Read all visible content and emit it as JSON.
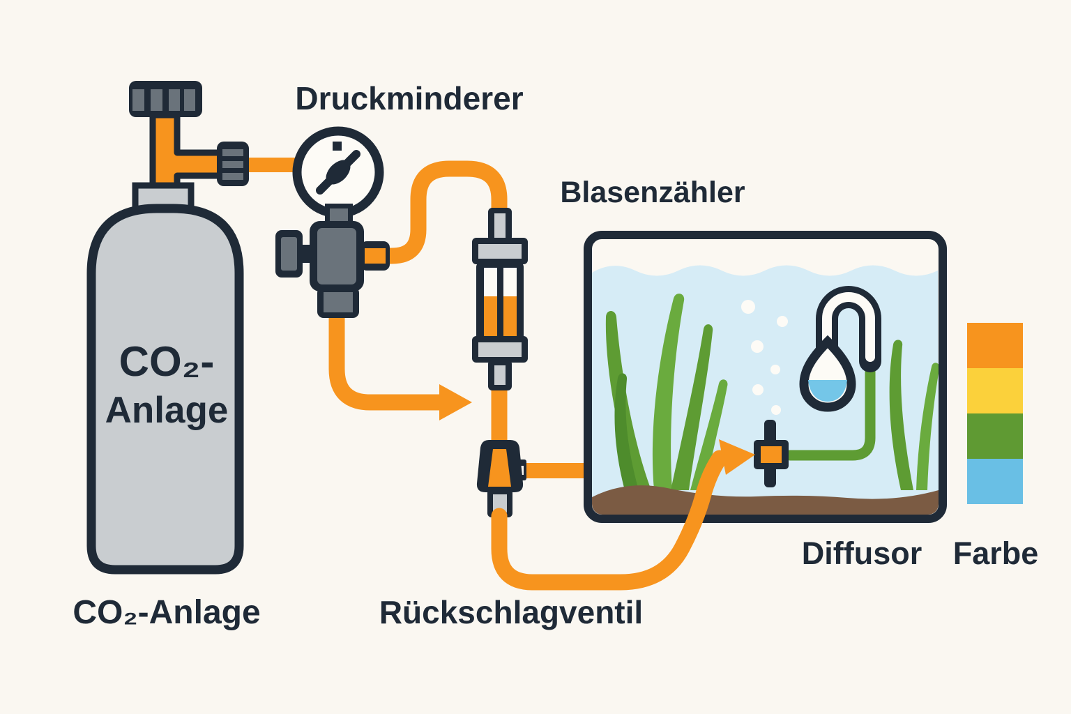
{
  "diagram": {
    "labels": {
      "druckminderer": "Druckminderer",
      "blasenzaehler": "Blasenzähler",
      "co2_anlage": "CO₂-Anlage",
      "rueckschlagventil": "Rückschlagventil",
      "diffusor": "Diffusor",
      "farbe": "Farbe"
    },
    "cylinder_text": {
      "line1": "CO₂-",
      "line2": "Anlage"
    },
    "palette": {
      "background": "#FAF7F1",
      "outline_navy": "#1F2A37",
      "tube_orange": "#F7941E",
      "cylinder_gray": "#C9CDD0",
      "metal_gray": "#6A737B",
      "tank_backdrop": "#FBF8F2",
      "water_blue": "#D6ECF6",
      "substrate_brown": "#7B5B43",
      "plant_green": "#5E9C33",
      "plant_green_light": "#6AAB3E",
      "plant_green_dark": "#4E8C2C",
      "drop_liquid_blue": "#74C6E8",
      "bubble_white": "#FDFBF6"
    },
    "color_scale": [
      "#F7941E",
      "#FBD13B",
      "#5F9A33",
      "#69BFE5"
    ]
  }
}
